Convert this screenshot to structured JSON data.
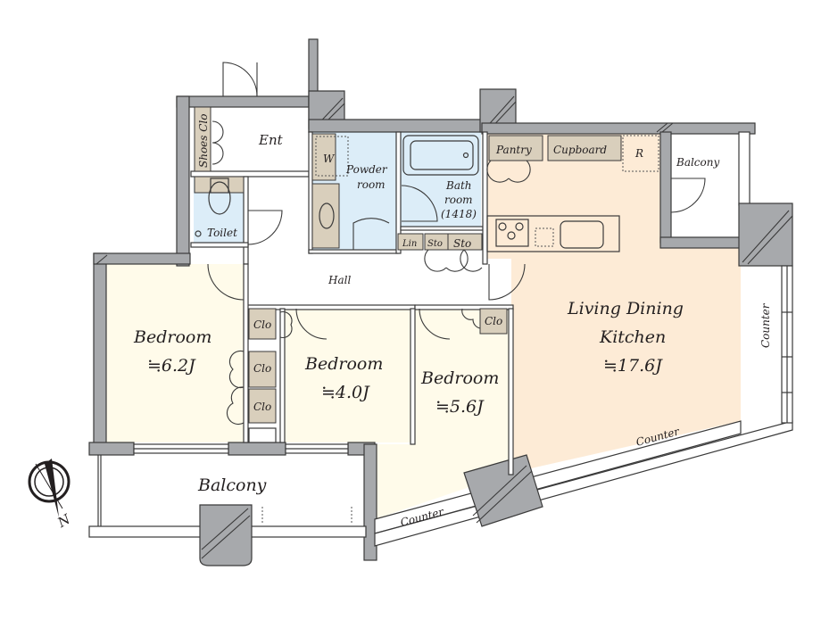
{
  "colors": {
    "wall": "#a7a9ac",
    "ldk_floor": "#fdebd6",
    "bedroom_floor": "#fffbea",
    "wet_area_floor": "#dcedf8",
    "storage": "#d9cfbc",
    "outline": "#3a3a3a"
  },
  "rooms": {
    "entrance": {
      "label": "Ent"
    },
    "shoes_closet": {
      "label": "Shoes Clo"
    },
    "toilet": {
      "label": "Toilet"
    },
    "washer": {
      "label": "W"
    },
    "powder_room": {
      "line1": "Powder",
      "line2": "room"
    },
    "bathroom": {
      "line1": "Bath",
      "line2": "room",
      "size": "(1418)"
    },
    "linen": {
      "label": "Lin"
    },
    "storage_small": {
      "label": "Sto"
    },
    "storage_large": {
      "label": "Sto"
    },
    "pantry": {
      "label": "Pantry"
    },
    "cupboard": {
      "label": "Cupboard"
    },
    "refrigerator": {
      "label": "R"
    },
    "balcony_east": {
      "label": "Balcony"
    },
    "hall": {
      "label": "Hall"
    },
    "bedroom_1": {
      "label": "Bedroom",
      "area": "≒6.2J"
    },
    "bedroom_2": {
      "label": "Bedroom",
      "area": "≒4.0J"
    },
    "bedroom_3": {
      "label": "Bedroom",
      "area": "≒5.6J"
    },
    "ldk": {
      "line1": "Living Dining",
      "line2": "Kitchen",
      "area": "≒17.6J"
    },
    "closet_b1_top": {
      "label": "Clo"
    },
    "closet_b1_mid": {
      "label": "Clo"
    },
    "closet_b1_bot": {
      "label": "Clo"
    },
    "closet_b3": {
      "label": "Clo"
    },
    "counter_right": {
      "label": "Counter"
    },
    "counter_diag": {
      "label": "Counter"
    },
    "counter_left": {
      "label": "Counter"
    },
    "balcony_south": {
      "label": "Balcony"
    }
  },
  "compass": {
    "north_label": "N"
  }
}
